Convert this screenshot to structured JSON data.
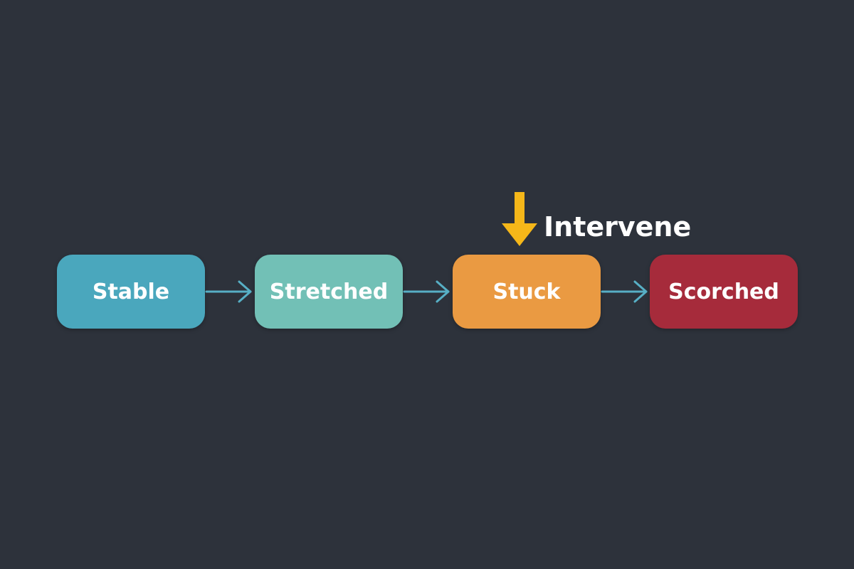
{
  "colors": {
    "background": "#2d323b",
    "stable": "#4aa7bd",
    "stretched": "#72c0b6",
    "stuck": "#ea9a42",
    "scorched": "#a62b3b",
    "connector": "#57afc5",
    "intervene_arrow": "#f5b719",
    "text": "#ffffff"
  },
  "stages": [
    {
      "label": "Stable"
    },
    {
      "label": "Stretched"
    },
    {
      "label": "Stuck"
    },
    {
      "label": "Scorched"
    }
  ],
  "intervention": {
    "label": "Intervene",
    "target_stage": "Stuck",
    "icon": "down-arrow-icon"
  },
  "connector_icon": "right-arrow-icon"
}
